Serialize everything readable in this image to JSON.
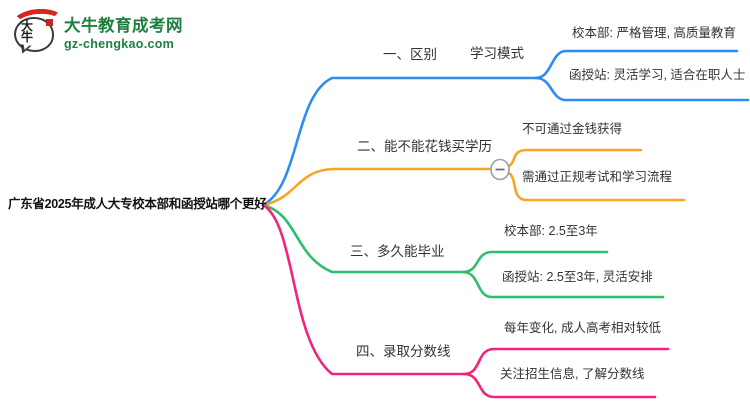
{
  "site": {
    "logo_title": "大牛教育成考网",
    "logo_domain": "gz-chengkao.com",
    "logo_mark_text": "大牛",
    "brand_green": "#1e8040",
    "brand_red": "#d7261d"
  },
  "icons": {
    "collapse_minus": "−"
  },
  "mindmap": {
    "root": {
      "label": "广东省2025年成人大专校本部和函授站哪个更好"
    },
    "branches": [
      {
        "label": "一、区别",
        "color": "#2d8cf0",
        "children": [
          {
            "label": "学习模式",
            "children": [
              {
                "label": "校本部: 严格管理, 高质量教育"
              },
              {
                "label": "函授站: 灵活学习, 适合在职人士"
              }
            ]
          }
        ]
      },
      {
        "label": "二、能不能花钱买学历",
        "color": "#f5a623",
        "has_collapse_toggle": true,
        "children": [
          {
            "label": "不可通过金钱获得"
          },
          {
            "label": "需通过正规考试和学习流程"
          }
        ]
      },
      {
        "label": "三、多久能毕业",
        "color": "#2fbe6e",
        "children": [
          {
            "label": "校本部: 2.5至3年"
          },
          {
            "label": "函授站: 2.5至3年, 灵活安排"
          }
        ]
      },
      {
        "label": "四、录取分数线",
        "color": "#f0247c",
        "children": [
          {
            "label": "每年变化, 成人高考相对较低"
          },
          {
            "label": "关注招生信息, 了解分数线"
          }
        ]
      }
    ]
  }
}
